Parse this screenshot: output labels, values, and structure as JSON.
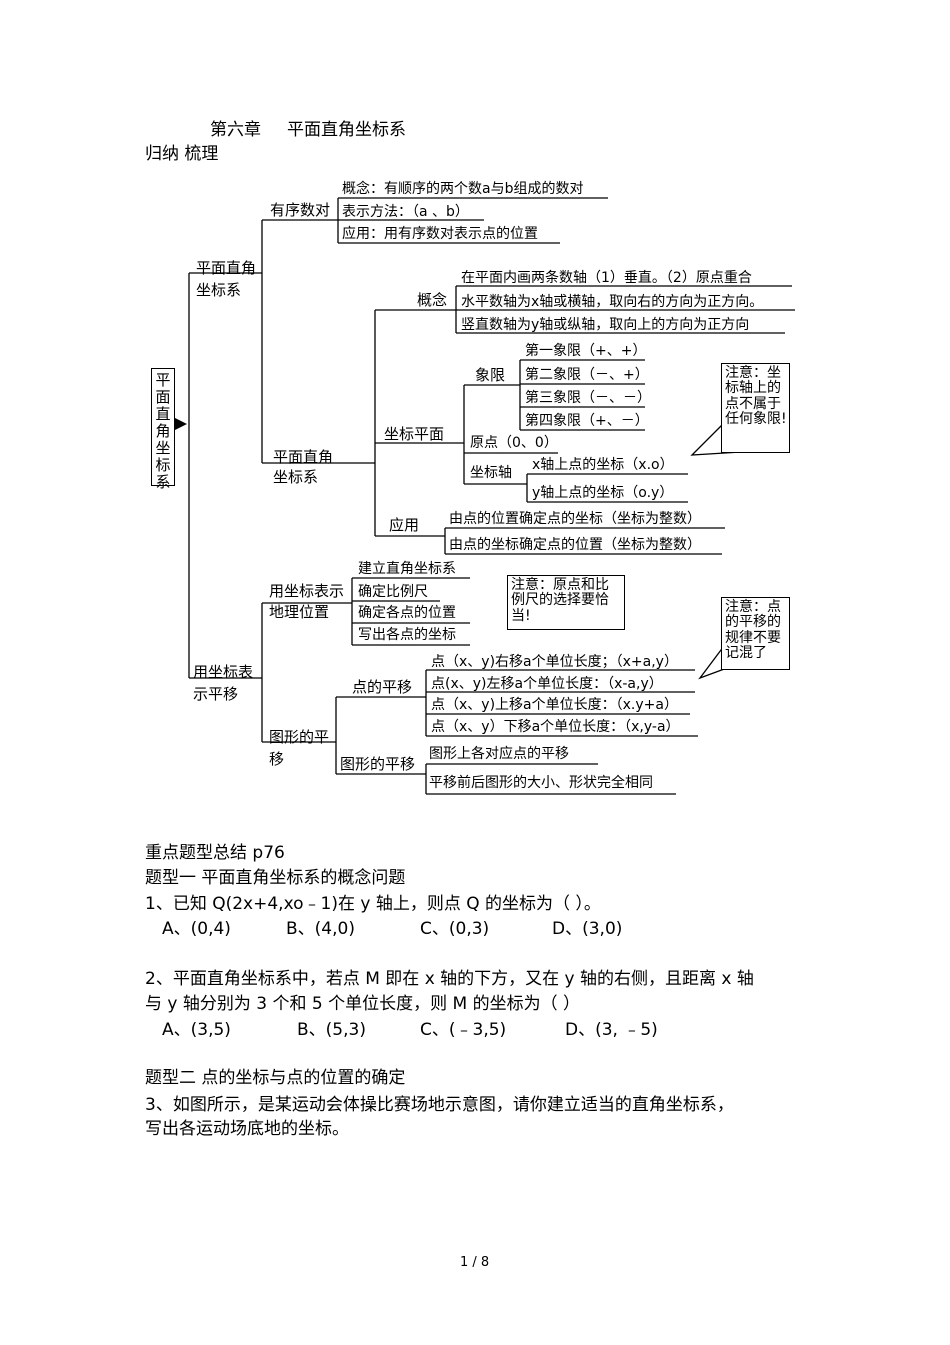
{
  "header": {
    "chapter": "第六章",
    "chapter_title": "平面直角坐标系",
    "subtitle": "归纳  梳理"
  },
  "map": {
    "root": "平面直角坐标系",
    "b1": "平面直角坐标系",
    "b1_ordered": "有序数对",
    "b1_ordered_items": [
      "概念：有顺序的两个数a与b组成的数对",
      "表示方法：（a 、b）",
      "应用：用有序数对表示点的位置"
    ],
    "b2": "平面直角坐标系",
    "concept": "概念",
    "concept_items": [
      "在平面内画两条数轴（1）垂直。（2）原点重合",
      "水平数轴为x轴或横轴，取向右的方向为正方向。",
      "竖直数轴为y轴或纵轴，取向上的方向为正方向"
    ],
    "plane": "坐标平面",
    "quadrant": "象限",
    "quadrant_items": [
      "第一象限（+、+）",
      "第二象限（－、+）",
      "第三象限（－、－）",
      "第四象限（+、－）"
    ],
    "origin": "原点（0、0）",
    "axis": "坐标轴",
    "axis_items": [
      "x轴上点的坐标（x.o）",
      "y轴上点的坐标（o.y）"
    ],
    "note1": "注意：坐标轴上的点不属于任何象限!",
    "app": "应用",
    "app_items": [
      "由点的位置确定点的坐标（坐标为整数）",
      "由点的坐标确定点的位置（坐标为整数）"
    ],
    "b3": "用坐标表示平移",
    "geo": "用坐标表示地理位置",
    "geo_items": [
      "建立直角坐标系",
      "确定比例尺",
      "确定各点的位置",
      "写出各点的坐标"
    ],
    "note2": "注意：原点和比例尺的选择要恰当!",
    "shape": "图形的平移",
    "pt": "点的平移",
    "pt_items": [
      "点（x、y)右移a个单位长度；（x+a,y）",
      "点(x、y)左移a个单位长度：（x-a,y）",
      "点（x、y)上移a个单位长度：（x.y+a）",
      "点（x、y）下移a个单位长度：（x,y-a）"
    ],
    "fig": "图形的平移",
    "fig_items": [
      "图形上各对应点的平移",
      "平移前后图形的大小、形状完全相同"
    ],
    "note3": "注意：点的平移的规律不要记混了"
  },
  "body": {
    "summary": "重点题型总结  p76",
    "type1": "题型一     平面直角坐标系的概念问题",
    "q1": "1、已知  Q(2x+4,xo﹣1)在 y 轴上，则点  Q 的坐标为（          ）。",
    "q1_opts": [
      "A、(0,4)",
      "B、(4,0)",
      "C、(0,3)",
      "D、(3,0)"
    ],
    "q2_l1": "2、平面直角坐标系中，若点    M 即在  x 轴的下方，又在    y 轴的右侧，且距离   x 轴",
    "q2_l2": "与 y 轴分别为  3 个和  5 个单位长度，则   M 的坐标为（            ）",
    "q2_opts": [
      "A、(3,5)",
      "B、(5,3)",
      "C、(﹣3,5)",
      "D、(3, ﹣5)"
    ],
    "type2": "题型二     点的坐标与点的位置的确定",
    "q3_l1": "3、如图所示，是某运动会体操比赛场地示意图，请你建立适当的直角坐标系，",
    "q3_l2": "写出各运动场底地的坐标。"
  },
  "footer": {
    "page": "1 / 8"
  }
}
